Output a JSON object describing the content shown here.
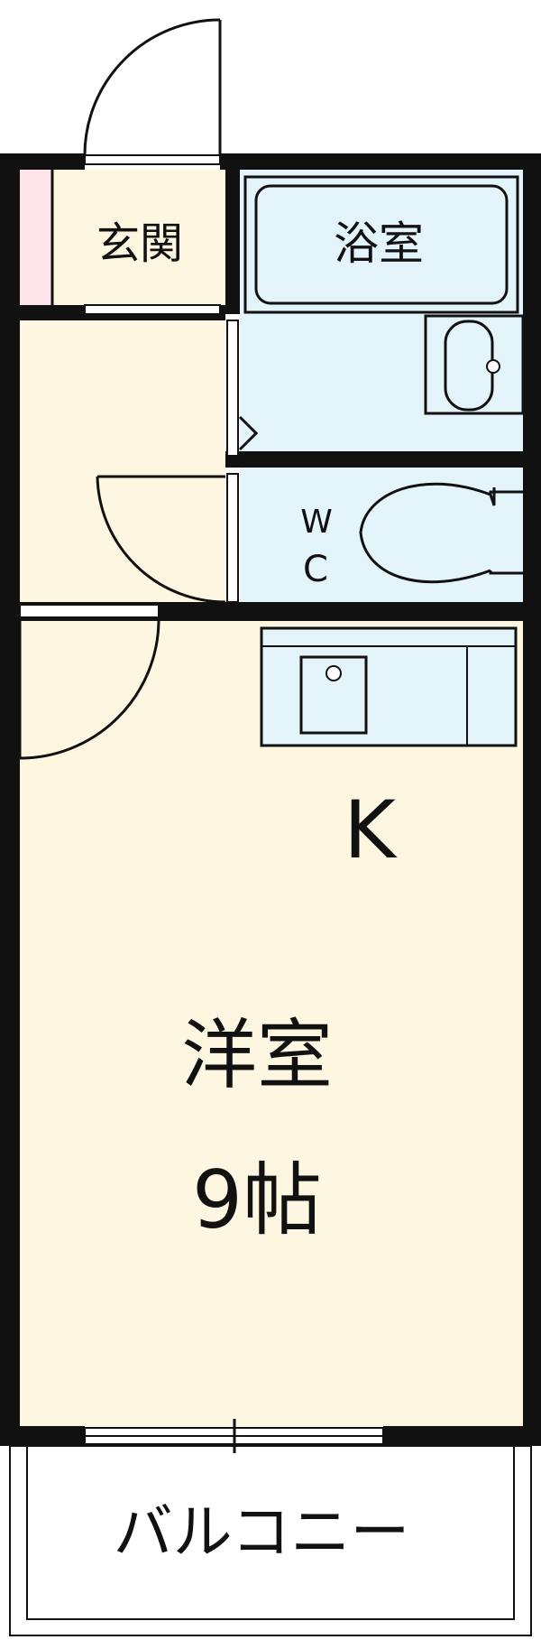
{
  "floor_plan": {
    "rooms": {
      "genkan": "玄関",
      "bathroom": "浴室",
      "wc_w": "W",
      "wc_c": "C",
      "kitchen": "K",
      "western_room": "洋室",
      "western_room_size": "9帖",
      "balcony": "バルコニー"
    },
    "colors": {
      "wall": "#111111",
      "floor": "#fdf6e1",
      "wet_area": "#e3f4fb",
      "closet": "#fde4ea"
    }
  }
}
